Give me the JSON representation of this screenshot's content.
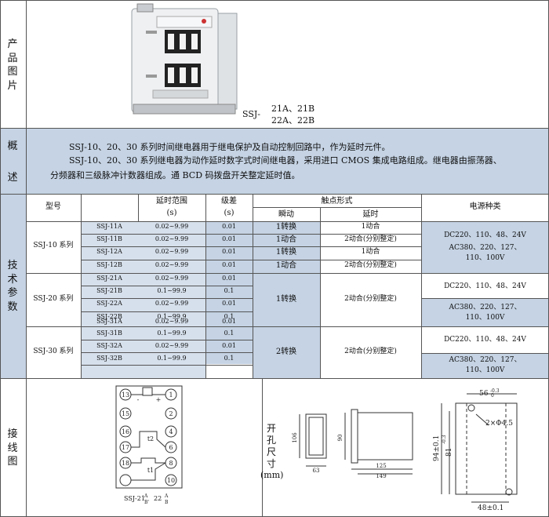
{
  "sections": {
    "image": "产品图片",
    "overview": [
      "概",
      "述"
    ],
    "tech": "技术参数",
    "wiring": "接线图"
  },
  "product_model": {
    "prefix": "SSJ-",
    "line1": "21A、21B",
    "line2": "22A、22B"
  },
  "overview_text": {
    "line1": "SSJ-10、20、30 系列时间继电器用于继电保护及自动控制回路中，作为延时元件。",
    "line2": "SSJ-10、20、30 系列继电器为动作延时数字式时间继电器，采用进口 CMOS 集成电路组成。继电器由振荡器、",
    "line3": "分频器和三级脉冲计数器组成。通 BCD 码拨盘开关整定延时值。"
  },
  "table": {
    "headers": {
      "model": "型号",
      "range": "延时范围",
      "range_unit": "(s)",
      "step": "级差",
      "step_unit": "(s)",
      "contact": "触点形式",
      "instant": "瞬动",
      "delay": "延时",
      "power": "电源种类"
    },
    "series": [
      "SSJ-10 系列",
      "SSJ-20 系列",
      "SSJ-30 系列"
    ],
    "rows": [
      {
        "model": "SSJ-11A",
        "range": "0.02~9.99",
        "step": "0.01"
      },
      {
        "model": "SSJ-11B",
        "range": "0.02~9.99",
        "step": "0.01"
      },
      {
        "model": "SSJ-12A",
        "range": "0.02~9.99",
        "step": "0.01"
      },
      {
        "model": "SSJ-12B",
        "range": "0.02~9.99",
        "step": "0.01"
      },
      {
        "model": "SSJ-21A",
        "range": "0.02~9.99",
        "step": "0.01"
      },
      {
        "model": "SSJ-21B",
        "range": "0.1~99.9",
        "step": "0.1"
      },
      {
        "model": "SSJ-22A",
        "range": "0.02~9.99",
        "step": "0.01"
      },
      {
        "model": "SSJ-22B",
        "range": "0.1~99.9",
        "step": "0.1"
      },
      {
        "model": "SSJ-31A",
        "range": "0.02~9.99",
        "step": "0.01"
      },
      {
        "model": "SSJ-31B",
        "range": "0.1~99.9",
        "step": "0.1"
      },
      {
        "model": "SSJ-32A",
        "range": "0.02~9.99",
        "step": "0.01"
      },
      {
        "model": "SSJ-32B",
        "range": "0.1~99.9",
        "step": "0.1"
      }
    ],
    "ssj10_contacts": [
      {
        "instant": "1转换",
        "delay": "1动合"
      },
      {
        "instant": "1动合",
        "delay": "2动合(分别整定)"
      },
      {
        "instant": "1转换",
        "delay": "1动合"
      },
      {
        "instant": "1动合",
        "delay": "2动合(分别整定)"
      }
    ],
    "ssj20_contact": {
      "instant": "1转换",
      "delay": "2动合(分别整定)"
    },
    "ssj30_contact": {
      "instant": "2转换",
      "delay": "2动合(分别整定)"
    },
    "power": {
      "dc": "DC220、110、48、24V",
      "ac_line1": "AC380、220、127、",
      "ac_line2": "110、100V"
    }
  },
  "wiring": {
    "terminals_left": [
      "13",
      "15",
      "16",
      "17",
      "18"
    ],
    "terminals_right": [
      "2",
      "4",
      "6",
      "8",
      "10"
    ],
    "terminals_top": [
      "1"
    ],
    "labels": {
      "minus": "-",
      "plus": "+",
      "t2": "t2",
      "t1": "t1"
    },
    "caption": "SSJ-21",
    "caption_a": "A",
    "caption_b": "B",
    "caption_mid": "22"
  },
  "cutout": {
    "label": [
      "开",
      "孔",
      "尺",
      "寸"
    ],
    "unit": "(mm)",
    "dims": {
      "d63": "63",
      "d125": "125",
      "d149": "149",
      "d56": "56",
      "d56_tol": "-0.3",
      "d56_tol0": "0",
      "hole": "2×Φ4.5",
      "h94": "94±0.1",
      "h81": "81",
      "h81_tol": "-0.3",
      "w48": "48±0.1",
      "h106": "106",
      "h90": "90"
    }
  }
}
